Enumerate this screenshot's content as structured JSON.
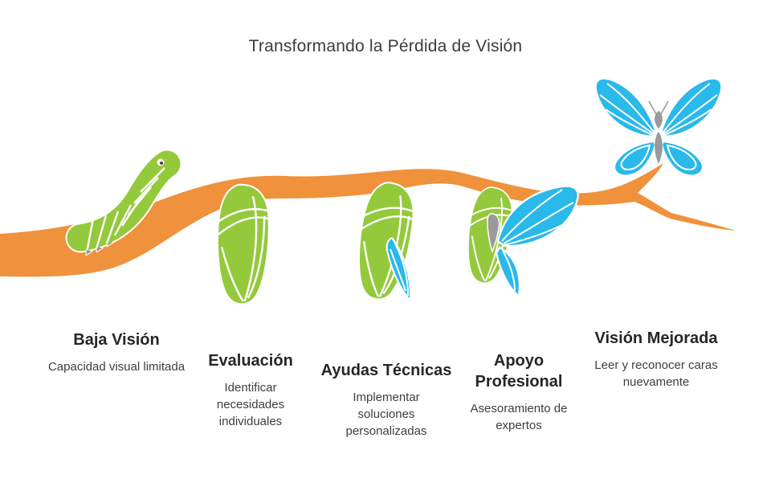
{
  "title": "Transformando la Pérdida de Visión",
  "colors": {
    "branch_orange": "#F0913B",
    "leaf_green": "#94C93C",
    "butterfly_blue": "#29B9EA",
    "body_gray": "#9A9A9A",
    "title_text": "#3C3C3C",
    "heading_text": "#262626",
    "description_text": "#3E3E3E"
  },
  "stages": [
    {
      "title": "Baja Visión",
      "description": "Capacidad visual limitada",
      "icon": "caterpillar-icon"
    },
    {
      "title": "Evaluación",
      "description": "Identificar necesidades individuales",
      "icon": "chrysalis-icon"
    },
    {
      "title": "Ayudas Técnicas",
      "description": "Implementar soluciones personalizadas",
      "icon": "chrysalis-emerging-wing-icon"
    },
    {
      "title": "Apoyo Profesional",
      "description": "Asesoramiento de expertos",
      "icon": "emerging-butterfly-icon"
    },
    {
      "title": "Visión Mejorada",
      "description": "Leer y reconocer caras nuevamente",
      "icon": "butterfly-icon"
    }
  ]
}
